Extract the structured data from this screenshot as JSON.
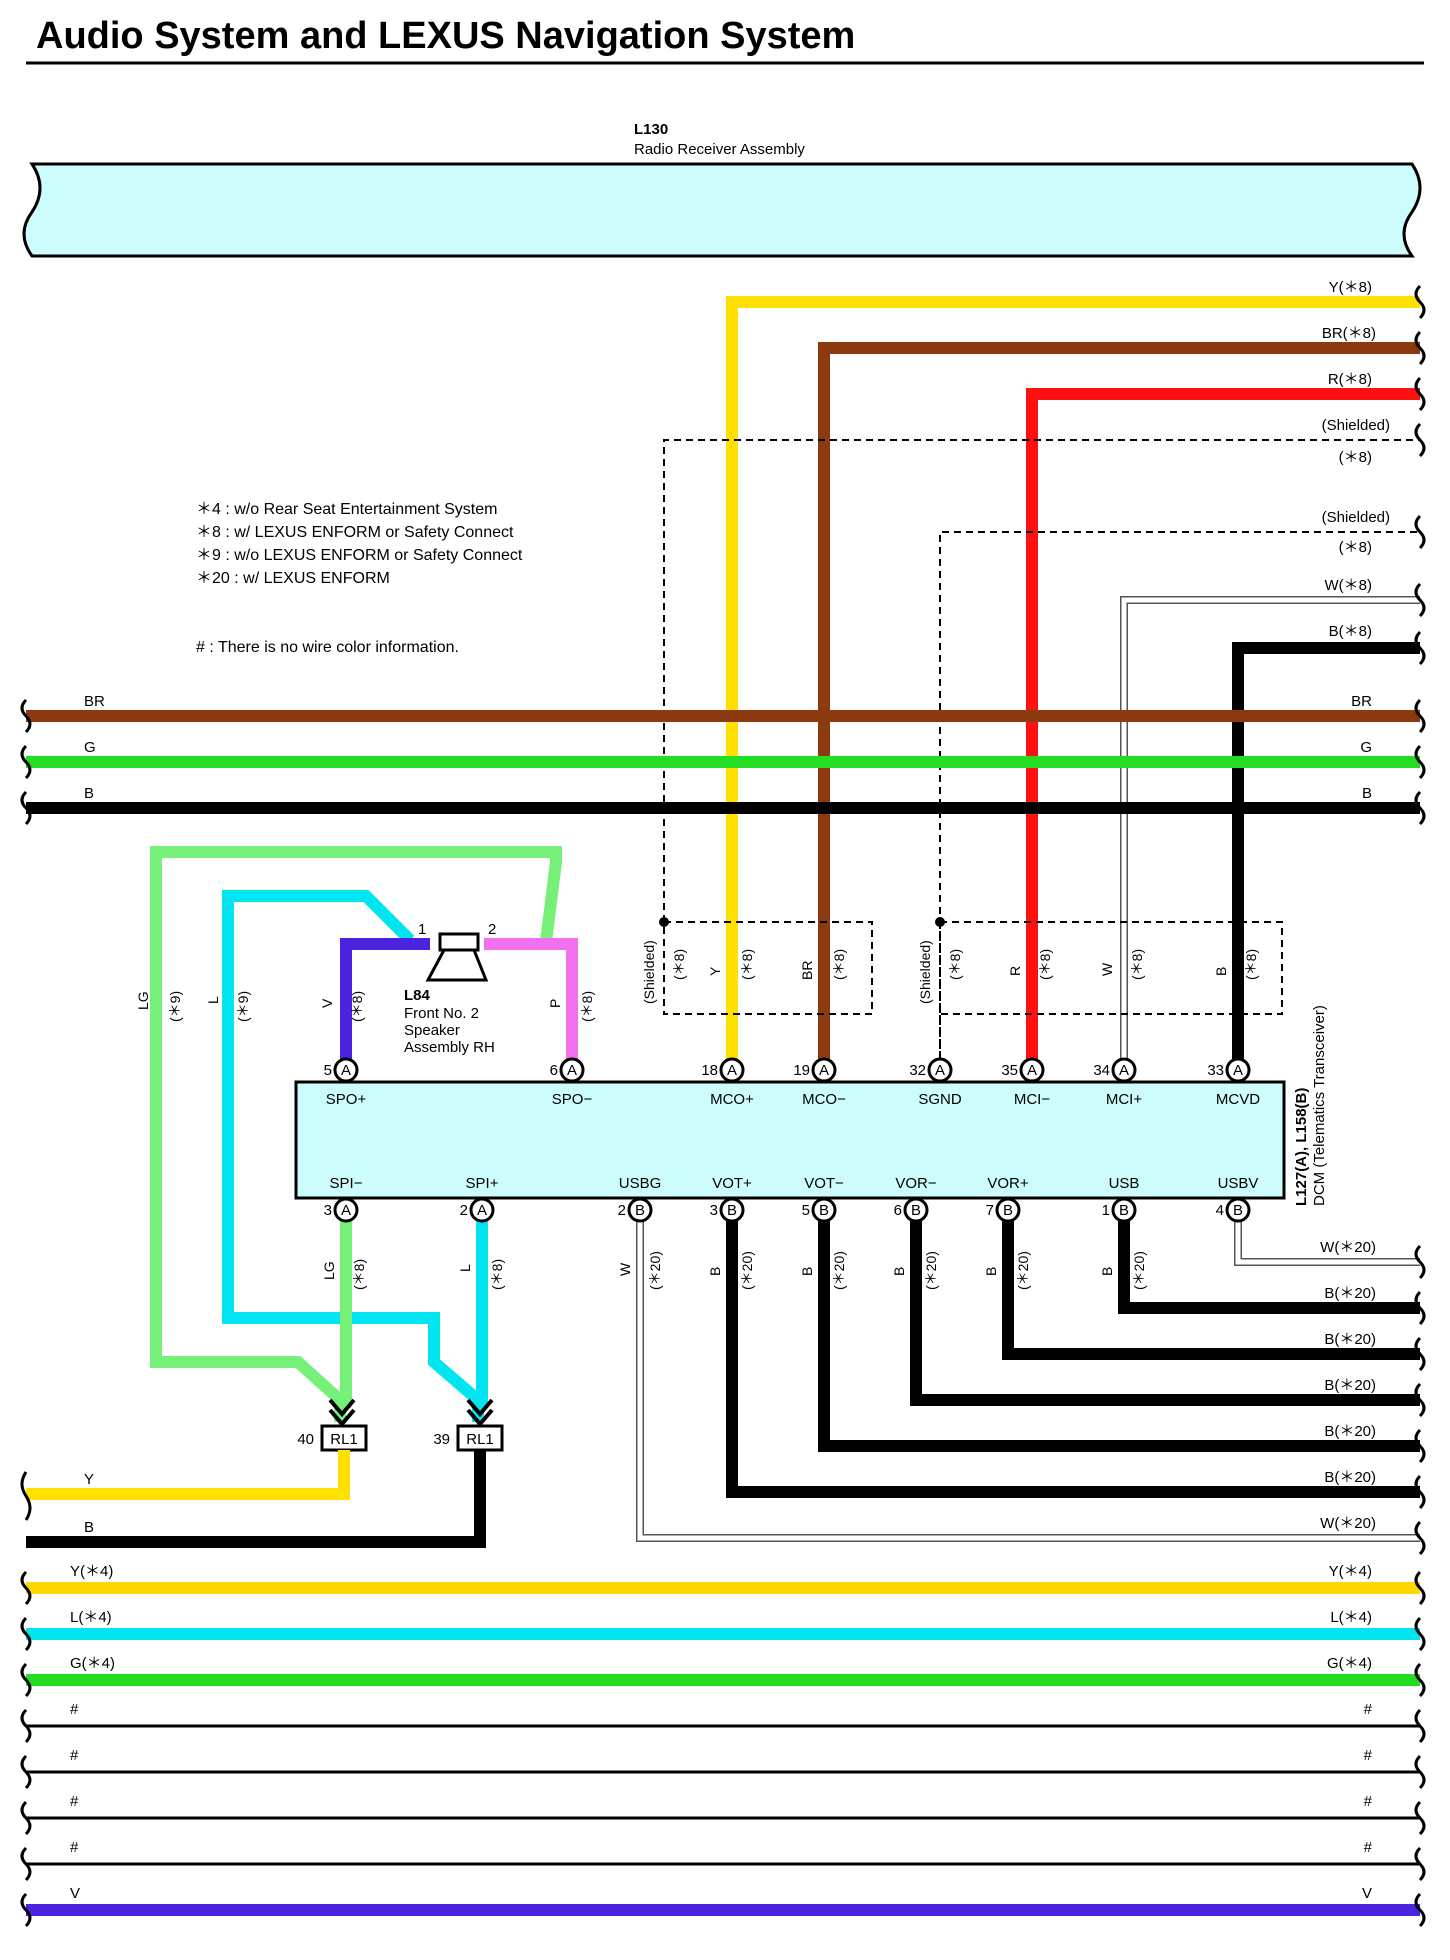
{
  "title": "Audio System and LEXUS Navigation System",
  "radio": {
    "code": "L130",
    "name": "Radio Receiver Assembly"
  },
  "notes": [
    "＊4 : w/o Rear Seat Entertainment System",
    "＊8 : w/ LEXUS ENFORM or Safety Connect",
    "＊9 : w/o LEXUS ENFORM or Safety Connect",
    "＊20 : w/ LEXUS ENFORM"
  ],
  "note_hash": "# : There is no wire color information.",
  "speaker": {
    "code": "L84",
    "line1": "Front No. 2",
    "line2": "Speaker",
    "line3": "Assembly RH",
    "pin1": "1",
    "pin2": "2"
  },
  "dcm": {
    "code": "L127(A), L158(B)",
    "name": "DCM (Telematics Transceiver)"
  },
  "dcm_top_pins": [
    {
      "num": "5",
      "conn": "A",
      "label": "SPO+"
    },
    {
      "num": "6",
      "conn": "A",
      "label": "SPO−"
    },
    {
      "num": "18",
      "conn": "A",
      "label": "MCO+"
    },
    {
      "num": "19",
      "conn": "A",
      "label": "MCO−"
    },
    {
      "num": "32",
      "conn": "A",
      "label": "SGND"
    },
    {
      "num": "35",
      "conn": "A",
      "label": "MCI−"
    },
    {
      "num": "34",
      "conn": "A",
      "label": "MCI+"
    },
    {
      "num": "33",
      "conn": "A",
      "label": "MCVD"
    }
  ],
  "dcm_bottom_pins": [
    {
      "num": "3",
      "conn": "A",
      "label": "SPI−"
    },
    {
      "num": "2",
      "conn": "A",
      "label": "SPI+"
    },
    {
      "num": "2",
      "conn": "B",
      "label": "USBG"
    },
    {
      "num": "3",
      "conn": "B",
      "label": "VOT+"
    },
    {
      "num": "5",
      "conn": "B",
      "label": "VOT−"
    },
    {
      "num": "6",
      "conn": "B",
      "label": "VOR−"
    },
    {
      "num": "7",
      "conn": "B",
      "label": "VOR+"
    },
    {
      "num": "1",
      "conn": "B",
      "label": "USB"
    },
    {
      "num": "4",
      "conn": "B",
      "label": "USBV"
    }
  ],
  "right_labels_top": [
    "Y(＊8)",
    "BR(＊8)",
    "R(＊8)",
    "(Shielded)",
    "(＊8)",
    "(Shielded)",
    "(＊8)",
    "W(＊8)",
    "B(＊8)"
  ],
  "bus_top": [
    {
      "left": "BR",
      "right": "BR",
      "color": "#8B3A0F"
    },
    {
      "left": "G",
      "right": "G",
      "color": "#22DD22"
    },
    {
      "left": "B",
      "right": "B",
      "color": "#000000"
    }
  ],
  "right_labels_lower": [
    "W(＊20)",
    "B(＊20)",
    "B(＊20)",
    "B(＊20)",
    "B(＊20)",
    "B(＊20)",
    "W(＊20)"
  ],
  "left_labels_lower": [
    "Y",
    "B"
  ],
  "bus_bottom": [
    {
      "left": "Y(＊4)",
      "right": "Y(＊4)",
      "color": "#FFD700"
    },
    {
      "left": "L(＊4)",
      "right": "L(＊4)",
      "color": "#00E5F0"
    },
    {
      "left": "G(＊4)",
      "right": "G(＊4)",
      "color": "#22DD22"
    },
    {
      "left": "#",
      "right": "#",
      "color": "#000000"
    },
    {
      "left": "#",
      "right": "#",
      "color": "#000000"
    },
    {
      "left": "#",
      "right": "#",
      "color": "#000000"
    },
    {
      "left": "#",
      "right": "#",
      "color": "#000000"
    },
    {
      "left": "V",
      "right": "V",
      "color": "#4B22DD"
    }
  ],
  "relay_connectors": [
    {
      "num": "40",
      "code": "RL1"
    },
    {
      "num": "39",
      "code": "RL1"
    }
  ],
  "wire_tags_upper": [
    {
      "color": "LG",
      "cond": "(＊9)"
    },
    {
      "color": "L",
      "cond": "(＊9)"
    },
    {
      "color": "V",
      "cond": "(＊8)"
    },
    {
      "color": "P",
      "cond": "(＊8)"
    },
    {
      "color": "(Shielded)",
      "cond": "(＊8)"
    },
    {
      "color": "Y",
      "cond": "(＊8)"
    },
    {
      "color": "BR",
      "cond": "(＊8)"
    },
    {
      "color": "(Shielded)",
      "cond": "(＊8)"
    },
    {
      "color": "R",
      "cond": "(＊8)"
    },
    {
      "color": "W",
      "cond": "(＊8)"
    },
    {
      "color": "B",
      "cond": "(＊8)"
    }
  ],
  "wire_tags_lower": [
    {
      "color": "LG",
      "cond": "(＊8)"
    },
    {
      "color": "L",
      "cond": "(＊8)"
    },
    {
      "color": "W",
      "cond": "(＊20)"
    },
    {
      "color": "B",
      "cond": "(＊20)"
    },
    {
      "color": "B",
      "cond": "(＊20)"
    },
    {
      "color": "B",
      "cond": "(＊20)"
    },
    {
      "color": "B",
      "cond": "(＊20)"
    },
    {
      "color": "B",
      "cond": "(＊20)"
    }
  ],
  "colors": {
    "yellow": "#FFE000",
    "brown": "#8B3A0F",
    "red": "#FF1010",
    "green": "#22DD22",
    "black": "#000000",
    "lightgreen": "#77F07A",
    "cyan": "#00E5F0",
    "violet": "#4B22DD",
    "pink": "#F070F0",
    "box_fill": "#CCFCFC"
  }
}
